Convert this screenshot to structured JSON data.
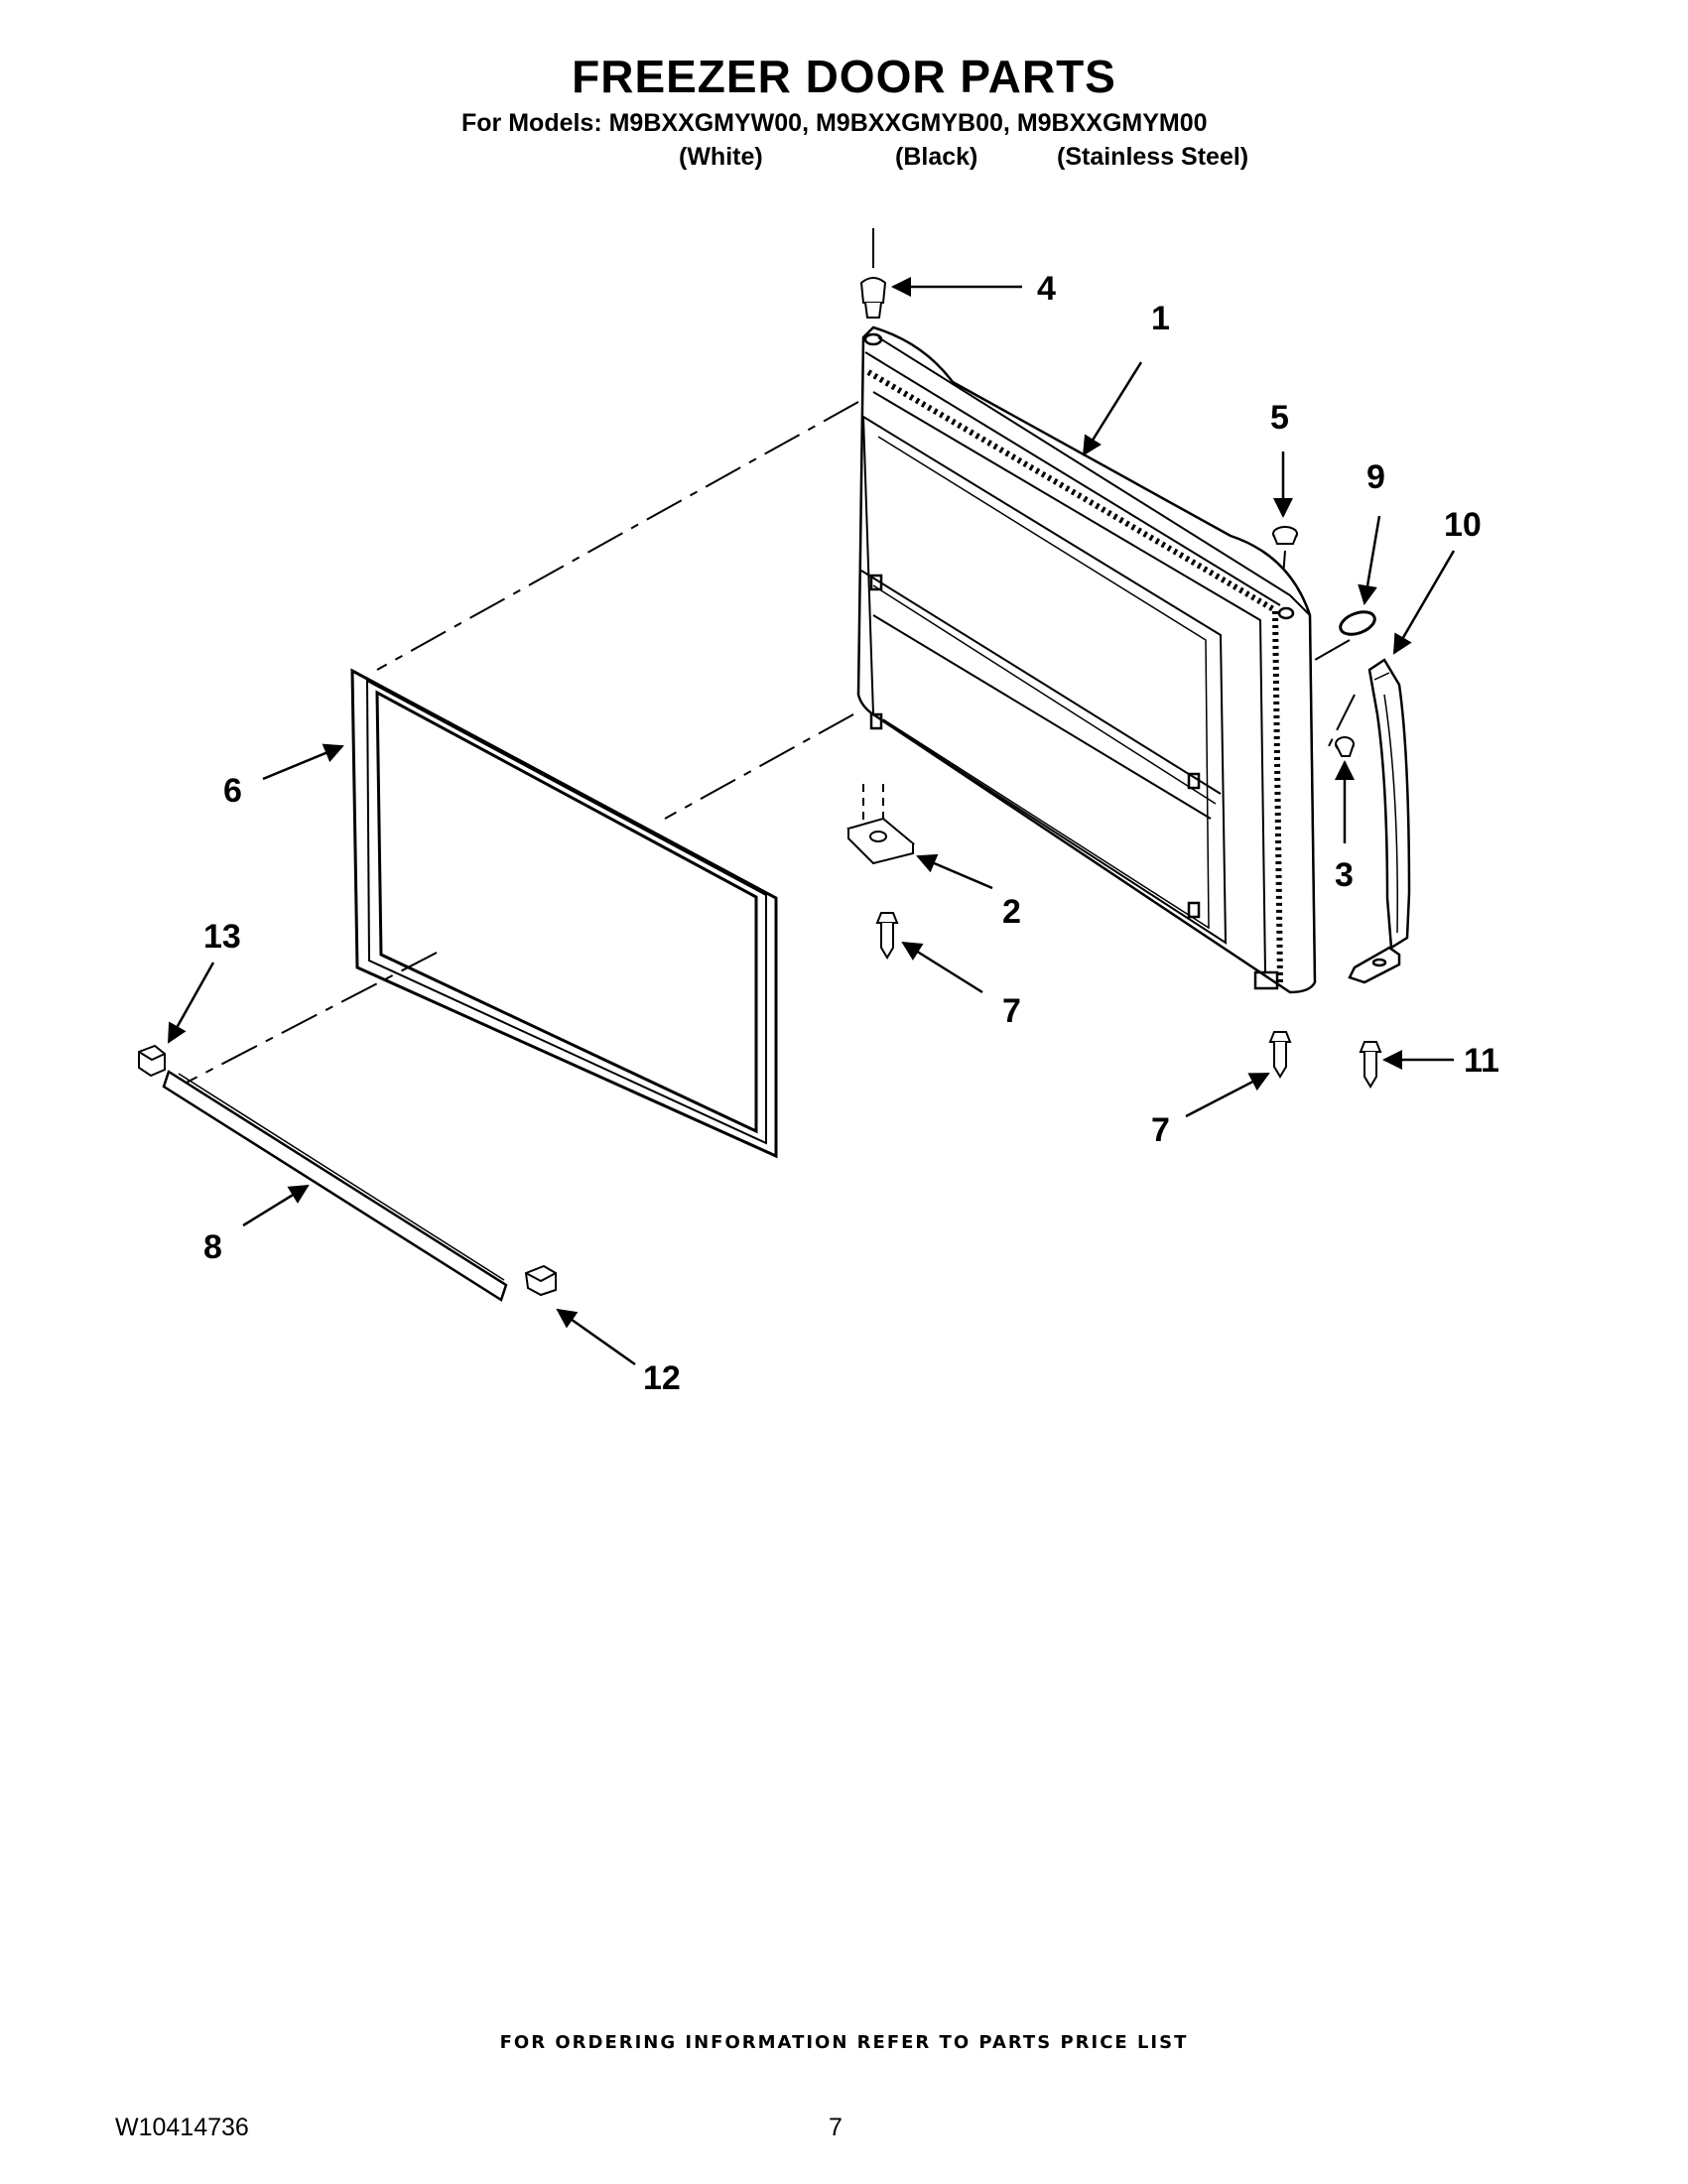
{
  "header": {
    "title": "FREEZER DOOR PARTS",
    "models_line": "For Models: M9BXXGMYW00, M9BXXGMYB00, M9BXXGMYM00",
    "variants": [
      "(White)",
      "(Black)",
      "(Stainless Steel)"
    ]
  },
  "callouts": {
    "c1": "1",
    "c2": "2",
    "c3": "3",
    "c4": "4",
    "c5": "5",
    "c6": "6",
    "c7a": "7",
    "c7b": "7",
    "c8": "8",
    "c9": "9",
    "c10": "10",
    "c11": "11",
    "c12": "12",
    "c13": "13"
  },
  "footer": {
    "ordering_note": "FOR ORDERING INFORMATION REFER TO PARTS PRICE LIST",
    "doc_number": "W10414736",
    "page_number": "7"
  }
}
